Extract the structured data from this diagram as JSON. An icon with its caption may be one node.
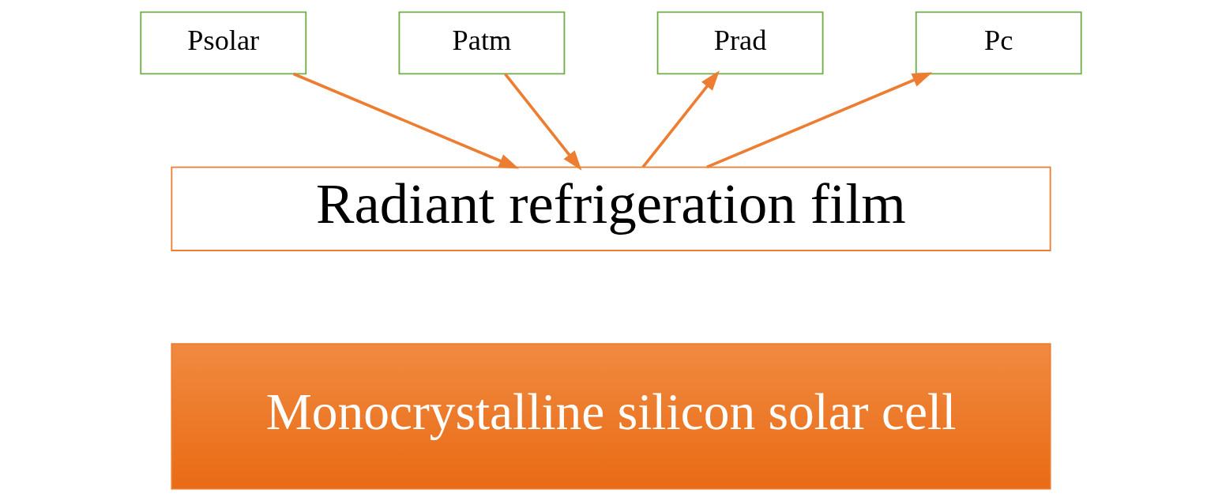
{
  "diagram": {
    "nodes": [
      {
        "text": [
          "Psolar"
        ]
      },
      {
        "text": [
          "Prad"
        ]
      },
      {
        "text": [
          "Patm"
        ]
      },
      {
        "text": [
          "Pc"
        ]
      },
      {
        "text": [
          "Radiant refrigeration film"
        ]
      },
      {
        "text": [
          "Monocrystalline silicon solar cell"
        ]
      }
    ],
    "edges": [
      {
        "from": 0,
        "to": 4,
        "arrow": "to"
      },
      {
        "from": 4,
        "to": 1,
        "arrow": "to"
      },
      {
        "from": 2,
        "to": 4,
        "arrow": "to"
      },
      {
        "from": 4,
        "to": 3,
        "arrow": "to"
      }
    ]
  }
}
